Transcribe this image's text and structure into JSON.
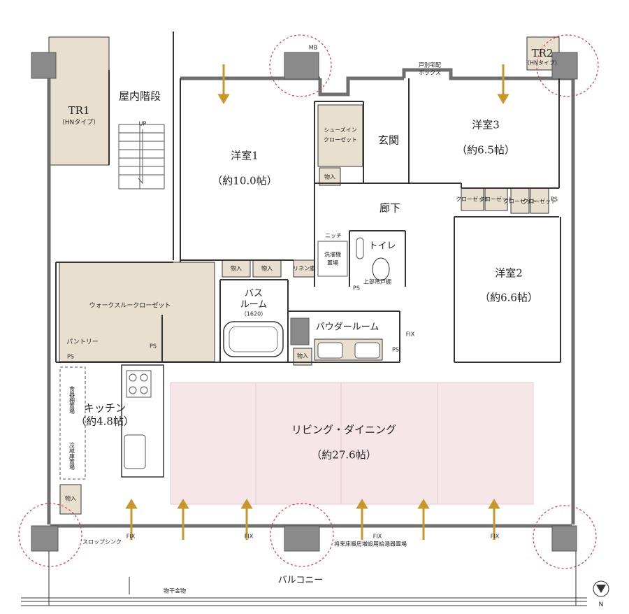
{
  "colors": {
    "wall": "#8a8a8a",
    "wall_dark": "#6f6f6f",
    "storage_fill": "#e8dfcf",
    "living_fill": "#f7e6e8",
    "line": "#333333",
    "airflow_arrow": "#c8972c",
    "pillar_circle": "#d9363e"
  },
  "rooms": {
    "tr1": "TR1",
    "tr1_type": "（HNタイプ）",
    "tr2": "TR2",
    "tr2_type": "（HNタイプ）",
    "stairs": "屋内階段",
    "stairs_up": "UP",
    "western1": "洋室1",
    "western1_size": "（約10.0帖）",
    "western2": "洋室2",
    "western2_size": "（約6.6帖）",
    "western3": "洋室3",
    "western3_size": "（約6.5帖）",
    "entrance": "玄関",
    "hallway": "廊下",
    "toilet": "トイレ",
    "bath_line1": "バス",
    "bath_line2": "ルーム",
    "bath_size": "（1620）",
    "powder": "パウダールーム",
    "kitchen": "キッチン",
    "kitchen_size": "（約4.8帖）",
    "living": "リビング・ダイニング",
    "living_size": "（約27.6帖）",
    "walkthrough_closet": "ウォークスルークローゼット",
    "pantry": "パントリー",
    "shoes_closet_line1": "シューズイン",
    "shoes_closet_line2": "クローゼット",
    "balcony": "バルコニー"
  },
  "labels": {
    "mb": "MB",
    "delivery_box_line1": "戸別宅配",
    "delivery_box_line2": "ボックス",
    "storage": "物入",
    "linen": "リネン庫",
    "niche": "ニッチ",
    "washer_line1": "洗濯機",
    "washer_line2": "置場",
    "upper_shelf": "上部吊戸棚",
    "closet": "クローゼット",
    "ps": "PS",
    "fix": "FIX",
    "dish_shelf": "食器棚置場",
    "fridge": "冷蔵庫置場",
    "slop_sink": "スロップシンク",
    "heater_note": "将来床暖房増設用給湯器置場",
    "drying_rack": "物干金物",
    "north": "N"
  }
}
